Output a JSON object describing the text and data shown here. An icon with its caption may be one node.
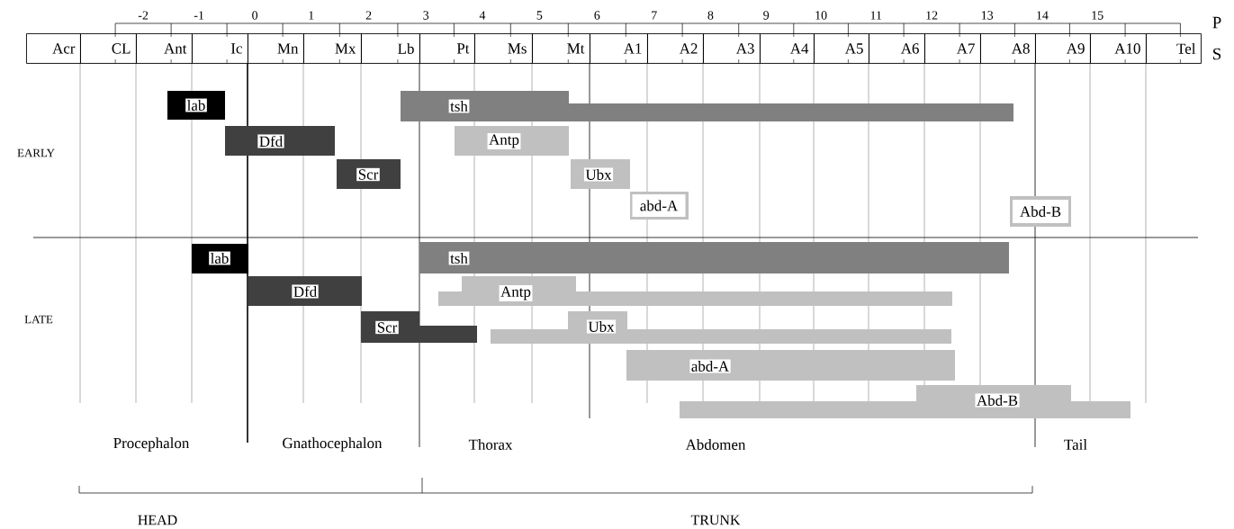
{
  "diagram": {
    "nodes": [
      {
        "text": [
          "Acr"
        ]
      },
      {
        "text": [
          "CL"
        ]
      },
      {
        "text": [
          "Ant"
        ]
      },
      {
        "text": [
          "Ic"
        ]
      },
      {
        "text": [
          "Mn"
        ]
      },
      {
        "text": [
          "Mx"
        ]
      },
      {
        "text": [
          "Lb"
        ]
      },
      {
        "text": [
          "Pt"
        ]
      },
      {
        "text": [
          "Ms"
        ]
      },
      {
        "text": [
          "Mt"
        ]
      },
      {
        "text": [
          "A1"
        ]
      },
      {
        "text": [
          "A2"
        ]
      },
      {
        "text": [
          "A3"
        ]
      },
      {
        "text": [
          "A4"
        ]
      },
      {
        "text": [
          "A5"
        ]
      },
      {
        "text": [
          "A6"
        ]
      },
      {
        "text": [
          "A7"
        ]
      },
      {
        "text": [
          "A8"
        ]
      },
      {
        "text": [
          "A9"
        ]
      },
      {
        "text": [
          "A10"
        ]
      },
      {
        "text": [
          "Tel"
        ]
      },
      {
        "text": [
          "lab"
        ]
      },
      {
        "text": [
          "tsh"
        ]
      },
      {
        "text": [
          "Dfd"
        ]
      },
      {
        "text": [
          "Antp"
        ]
      },
      {
        "text": [
          "Scr"
        ]
      },
      {
        "text": [
          "Ubx"
        ]
      },
      {
        "text": [
          "abd-A"
        ]
      },
      {
        "text": [
          "Abd-B"
        ]
      },
      {
        "text": [
          "lab"
        ]
      },
      {
        "text": [
          "tsh"
        ]
      },
      {
        "text": [
          "Dfd"
        ]
      },
      {
        "text": [
          "Antp"
        ]
      },
      {
        "text": [
          "Scr"
        ]
      },
      {
        "text": [
          "Ubx"
        ]
      },
      {
        "text": [
          "abd-A"
        ]
      },
      {
        "text": [
          "Abd-B"
        ]
      }
    ],
    "labels": [
      "-2",
      "-1",
      "0",
      "1",
      "2",
      "3",
      "4",
      "5",
      "6",
      "7",
      "8",
      "9",
      "10",
      "11",
      "12",
      "13",
      "14",
      "15",
      "P",
      "S",
      "EARLY",
      "LATE",
      "Procephalon",
      "Gnathocephalon",
      "Thorax",
      "Abdomen",
      "Tail",
      "HEAD",
      "TRUNK"
    ]
  }
}
